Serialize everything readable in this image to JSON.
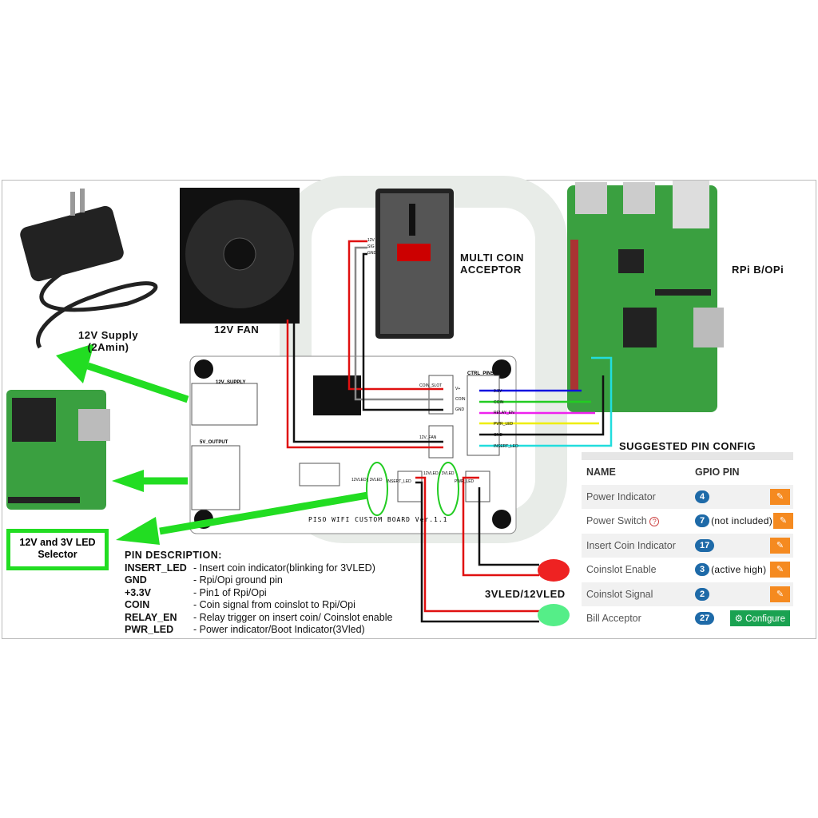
{
  "labels": {
    "supply": "12V Supply",
    "supply_sub": "(2Amin)",
    "fan": "12V FAN",
    "acceptor_1": "MULTI COIN",
    "acceptor_2": "ACCEPTOR",
    "rpi": "RPi B/OPi",
    "led": "3VLED/12VLED",
    "selector": "12V and 3V LED Selector",
    "board_title": "PISO WIFI CUSTOM BOARD Ver.1.1"
  },
  "board": {
    "supply": "12V_SUPPLY",
    "output": "5V_OUTPUT",
    "ctrl": "CTRL_PINS",
    "coin_slot": "COIN_SLOT",
    "fan": "12V_FAN",
    "insert_led": "INSERT_LED",
    "pwr_led": "PWR_LED",
    "sel1": "12VLED | 3VLED",
    "sel2": "12VLED | 3VLED",
    "vplus": "V+",
    "gnd": "GND",
    "coin": "COIN",
    "ctrl_pins": [
      "3.3V",
      "COIN",
      "RELAY_EN",
      "PWR_LED",
      "GND",
      "INSERT_LED"
    ],
    "acc_pins": [
      "12V",
      "SIG",
      "GND"
    ]
  },
  "pin_description": {
    "title": "PIN DESCRIPTION:",
    "rows": [
      {
        "k": "INSERT_LED",
        "v": "- Insert coin indicator(blinking for 3VLED)"
      },
      {
        "k": "GND",
        "v": "- Rpi/Opi ground pin"
      },
      {
        "k": "+3.3V",
        "v": "- Pin1 of Rpi/Opi"
      },
      {
        "k": "COIN",
        "v": "- Coin signal from coinslot to Rpi/Opi"
      },
      {
        "k": "RELAY_EN",
        "v": "- Relay trigger on insert coin/ Coinslot enable"
      },
      {
        "k": "PWR_LED",
        "v": "- Power indicator/Boot Indicator(3Vled)"
      }
    ]
  },
  "pin_config": {
    "title": "SUGGESTED PIN CONFIG",
    "col_name": "NAME",
    "col_pin": "GPIO PIN",
    "rows": [
      {
        "name": "Power Indicator",
        "pin": "4",
        "note": ""
      },
      {
        "name": "Power Switch",
        "pin": "7",
        "note": "(not included)"
      },
      {
        "name": "Insert Coin Indicator",
        "pin": "17",
        "note": ""
      },
      {
        "name": "Coinslot Enable",
        "pin": "3",
        "note": "(active high)"
      },
      {
        "name": "Coinslot Signal",
        "pin": "2",
        "note": ""
      },
      {
        "name": "Bill Acceptor",
        "pin": "27",
        "note": ""
      }
    ],
    "configure": "Configure",
    "edit_icon": "✎",
    "help_icon": "?"
  },
  "colors": {
    "arrow": "#22dd22",
    "pcb": "#3aa040",
    "wire_red": "#e01010",
    "wire_blue": "#1010e0",
    "wire_green": "#22cc22",
    "wire_magenta": "#ee22ee",
    "wire_yellow": "#eeee00",
    "wire_cyan": "#22dddd"
  }
}
